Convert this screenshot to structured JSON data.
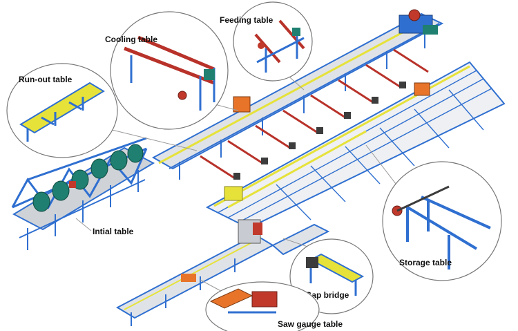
{
  "labels": {
    "feeding_table": "Feeding table",
    "cooling_table": "Cooling table",
    "run_out_table": "Run-out table",
    "initial_table": "Intial table",
    "storage_table": "Storage table",
    "gap_bridge": "Gap bridge",
    "saw_gauge_table": "Saw gauge table"
  },
  "colors": {
    "frame_blue": "#2f6fd0",
    "rail_yellow": "#e6e23a",
    "roller_grey": "#cfd3d8",
    "cooling_red": "#b8322a",
    "machine_green": "#1f7f70",
    "guard_orange": "#e8742a",
    "gear_red": "#c0392b"
  }
}
